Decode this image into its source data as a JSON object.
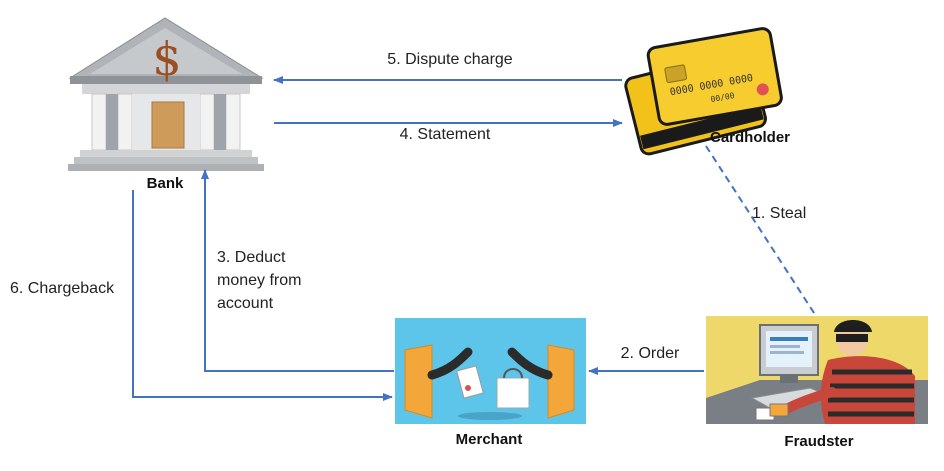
{
  "nodes": {
    "bank": "Bank",
    "cardholder": "Cardholder",
    "merchant": "Merchant",
    "fraudster": "Fraudster"
  },
  "card": {
    "number": "0000 0000 0000",
    "expiry": "00/00"
  },
  "bank_symbol": "$",
  "edges": {
    "steal": "1. Steal",
    "order": "2. Order",
    "deduct": [
      "3. Deduct",
      "money from",
      "account"
    ],
    "statement": "4. Statement",
    "dispute": "5. Dispute charge",
    "chargeback": "6. Chargeback"
  },
  "colors": {
    "arrow": "#4472c4",
    "merchant_bg": "#5ec5ea",
    "fraudster_bg": "#efd86a",
    "card_gold": "#f7cc2e"
  }
}
